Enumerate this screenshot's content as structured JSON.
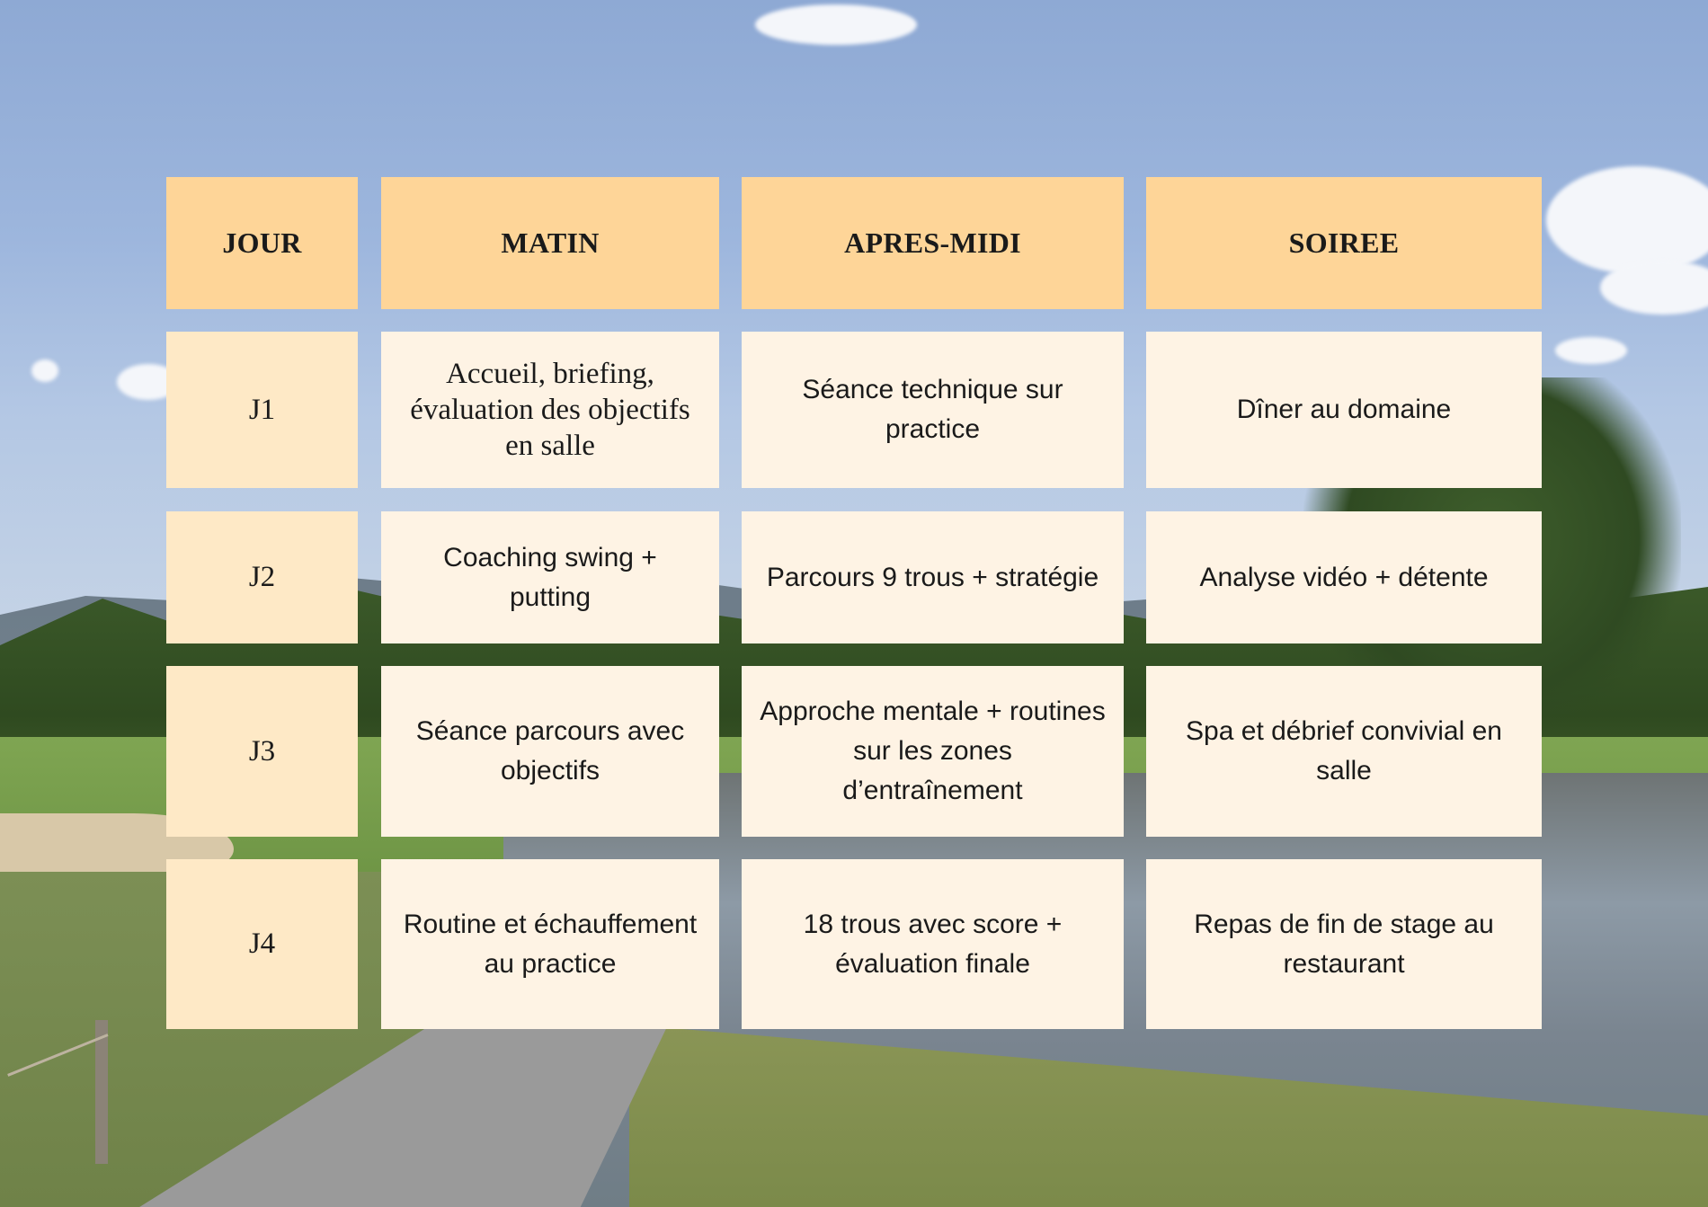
{
  "headers": {
    "day": "JOUR",
    "morning": "MATIN",
    "afternoon": "APRES-MIDI",
    "evening": "SOIREE"
  },
  "rows": [
    {
      "day": "J1",
      "morning": "Accueil, briefing, évaluation des objectifs en salle",
      "afternoon": "Séance technique sur practice",
      "evening": "Dîner au domaine"
    },
    {
      "day": "J2",
      "morning": "Coaching swing + putting",
      "afternoon": "Parcours 9 trous + stratégie",
      "evening": "Analyse vidéo + détente"
    },
    {
      "day": "J3",
      "morning": "Séance parcours avec objectifs",
      "afternoon": "Approche mentale + routines sur les zones d’entraînement",
      "evening": "Spa et débrief convivial en salle"
    },
    {
      "day": "J4",
      "morning": "Routine et échauffement au practice",
      "afternoon": "18 trous avec score + évaluation finale",
      "evening": "Repas de fin de stage au restaurant"
    }
  ],
  "colors": {
    "header_bg": "#fed598",
    "day_bg": "#fee9c6",
    "cell_bg": "#fef3e4"
  }
}
